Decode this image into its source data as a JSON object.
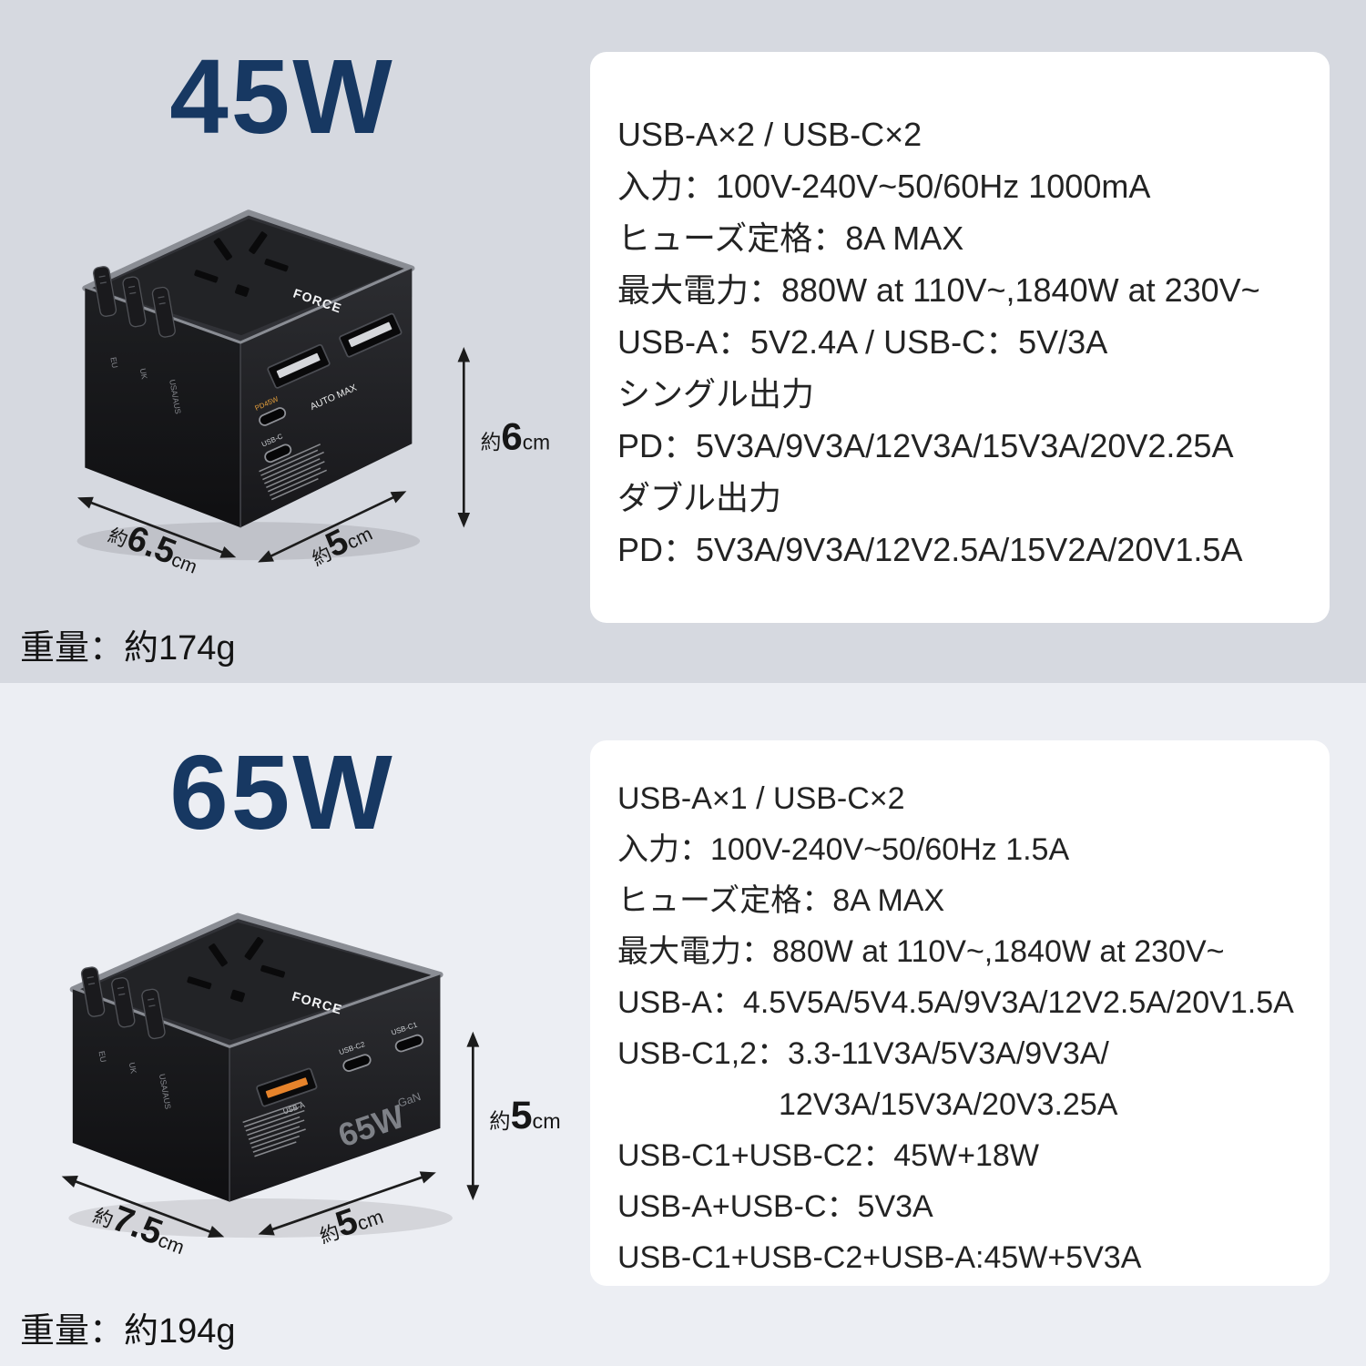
{
  "colors": {
    "title_navy": "#173862",
    "section_top_bg": "#d6d9e0",
    "section_bottom_bg": "#eceef3",
    "card_bg": "#ffffff",
    "usb_orange": "#e6832b"
  },
  "products": [
    {
      "wattage_title": "45W",
      "weight": "重量：約174g",
      "dimensions": {
        "height": {
          "prefix": "約",
          "value": "6",
          "unit": "cm"
        },
        "width": {
          "prefix": "約",
          "value": "6.5",
          "unit": "cm"
        },
        "depth": {
          "prefix": "約",
          "value": "5",
          "unit": "cm"
        }
      },
      "photo": {
        "logo": "FORCE",
        "port_labels": {
          "c1": "PD45W",
          "c2": "USB-C",
          "auto": "AUTO MAX"
        },
        "sliders": [
          "EU",
          "UK",
          "USA/AUS"
        ]
      },
      "specs": [
        "USB-A×2 / USB-C×2",
        "入力：100V-240V~50/60Hz 1000mA",
        "ヒューズ定格：8A MAX",
        "最大電力：880W at 110V~,1840W at 230V~",
        "USB-A：5V2.4A / USB-C：5V/3A",
        "シングル出力",
        "PD：5V3A/9V3A/12V3A/15V3A/20V2.25A",
        "ダブル出力",
        "PD：5V3A/9V3A/12V2.5A/15V2A/20V1.5A"
      ]
    },
    {
      "wattage_title": "65W",
      "weight": "重量：約194g",
      "dimensions": {
        "height": {
          "prefix": "約",
          "value": "5",
          "unit": "cm"
        },
        "width": {
          "prefix": "約",
          "value": "7.5",
          "unit": "cm"
        },
        "depth": {
          "prefix": "約",
          "value": "5",
          "unit": "cm"
        }
      },
      "photo": {
        "logo": "FORCE",
        "port_labels": {
          "a": "USB-A",
          "c2": "USB-C2",
          "c1": "USB-C1"
        },
        "wattage_mark": "65W",
        "tech_mark": "GaN",
        "sliders": [
          "EU",
          "UK",
          "USA/AUS"
        ]
      },
      "specs": [
        "USB-A×1 / USB-C×2",
        "入力：100V-240V~50/60Hz 1.5A",
        "ヒューズ定格：8A MAX",
        "最大電力：880W at 110V~,1840W at 230V~",
        "USB-A：4.5V5A/5V4.5A/9V3A/12V2.5A/20V1.5A",
        "USB-C1,2：3.3-11V3A/5V3A/9V3A/",
        "12V3A/15V3A/20V3.25A",
        "USB-C1+USB-C2：45W+18W",
        "USB-A+USB-C：5V3A",
        "USB-C1+USB-C2+USB-A:45W+5V3A"
      ]
    }
  ]
}
